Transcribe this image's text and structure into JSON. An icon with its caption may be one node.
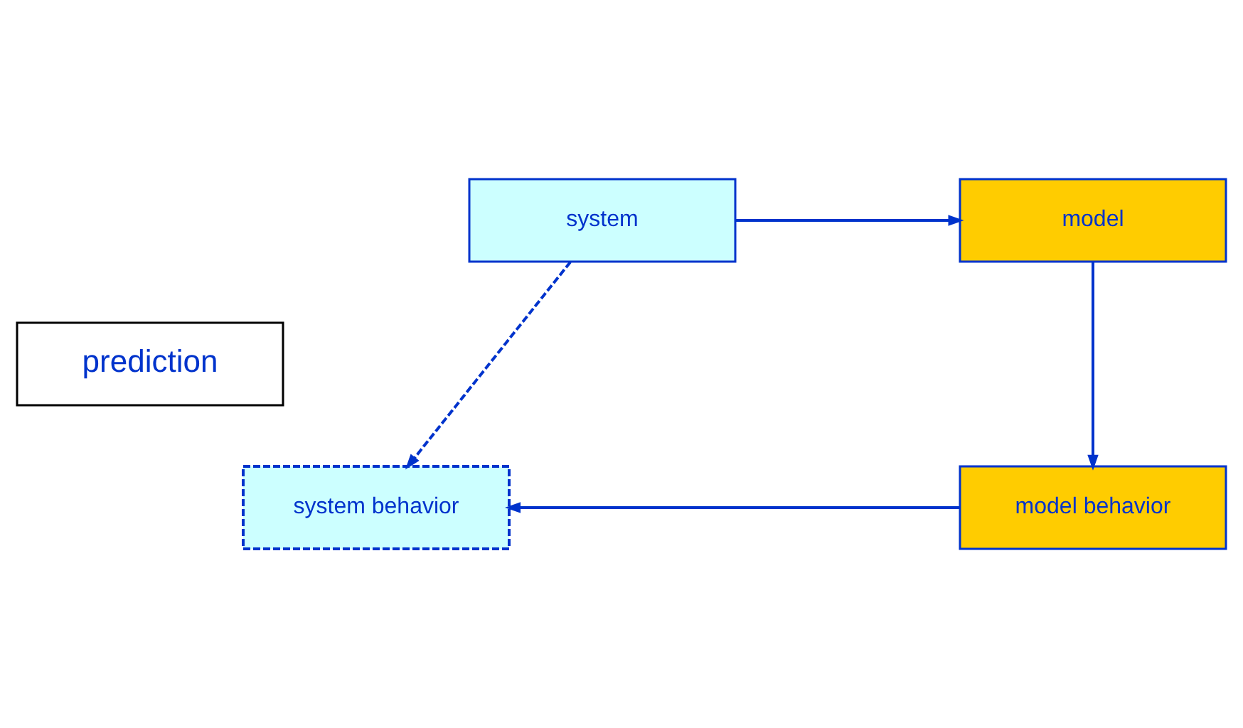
{
  "diagram": {
    "nodes": [
      {
        "text": [
          "system"
        ]
      },
      {
        "text": [
          "model"
        ]
      },
      {
        "text": [
          "prediction"
        ]
      },
      {
        "text": [
          "system behavior"
        ]
      },
      {
        "text": [
          "model behavior"
        ]
      }
    ],
    "edges": [
      {
        "from": 0,
        "to": 1,
        "arrow": "to"
      },
      {
        "from": 1,
        "to": 4,
        "arrow": "to"
      },
      {
        "from": 4,
        "to": 3,
        "arrow": "to"
      },
      {
        "from": 0,
        "to": 3,
        "arrow": "to",
        "style": "dashed"
      }
    ]
  }
}
